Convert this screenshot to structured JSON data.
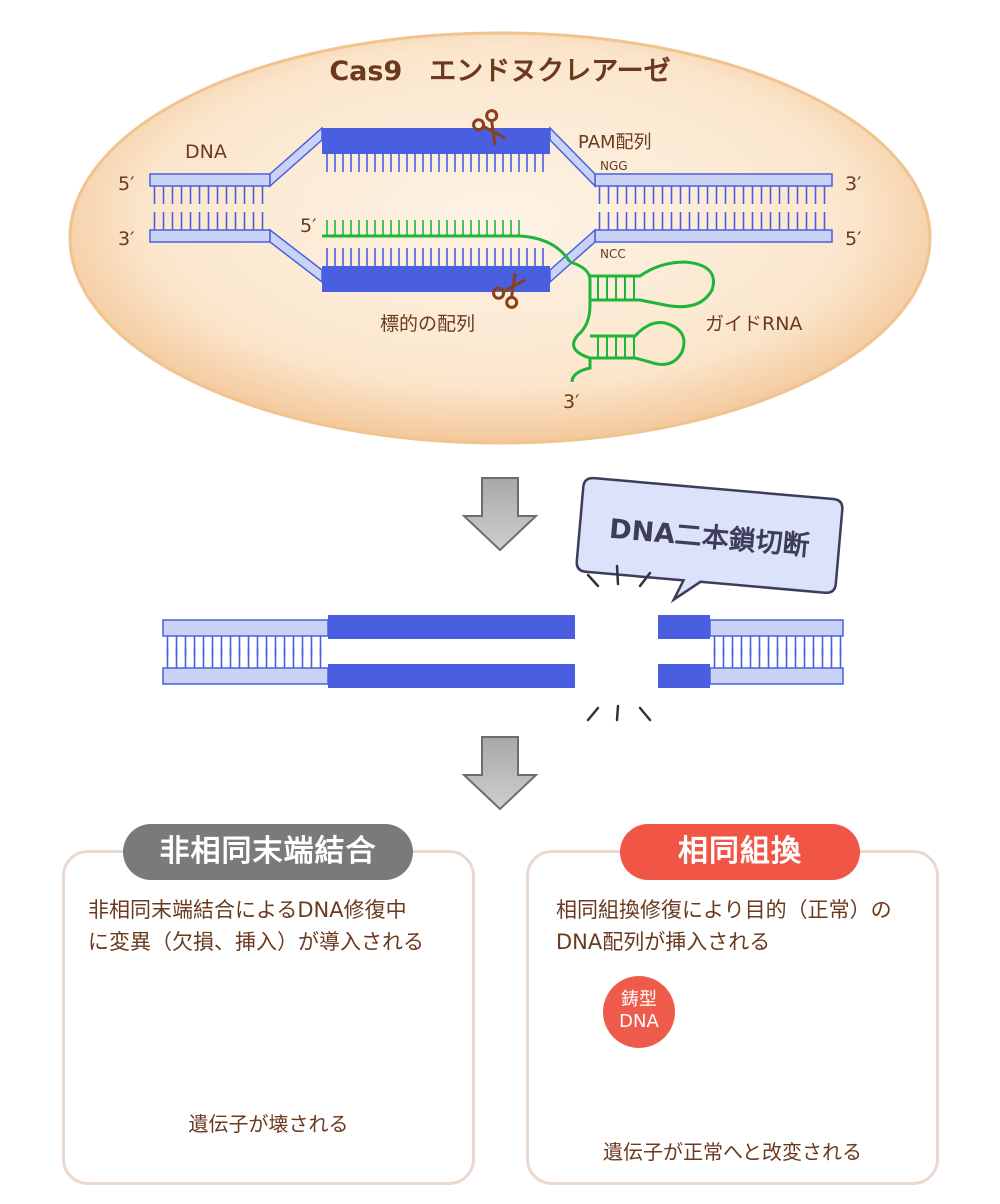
{
  "top": {
    "title": "Cas9　エンドヌクレアーゼ",
    "dna_label": "DNA",
    "pam_label": "PAM配列",
    "ngg_label": "NGG",
    "ncc_label": "NCC",
    "target_label": "標的の配列",
    "guide_label": "ガイドRNA",
    "five_prime": "5′",
    "three_prime": "3′"
  },
  "cut_bubble": "DNA二本鎖切断",
  "nhej": {
    "title": "非相同末端結合",
    "desc_line1": "非相同末端結合によるDNA修復中",
    "desc_line2": "に変異（欠損、挿入）が導入される",
    "caption": "遺伝子が壊される",
    "title_color": "#7a7a7a"
  },
  "hr": {
    "title": "相同組換",
    "desc_line1": "相同組換修復により目的（正常）の",
    "desc_line2": "DNA配列が挿入される",
    "template_line1": "鋳型",
    "template_line2": "DNA",
    "caption": "遺伝子が正常へと改変される",
    "title_color": "#f05545"
  },
  "colors": {
    "dna_blue": "#4a5fe0",
    "dna_light": "#c9d3f5",
    "guide_green": "#1fb53a",
    "repair_red": "#e85a4a",
    "text_brown": "#6b3a1e"
  }
}
